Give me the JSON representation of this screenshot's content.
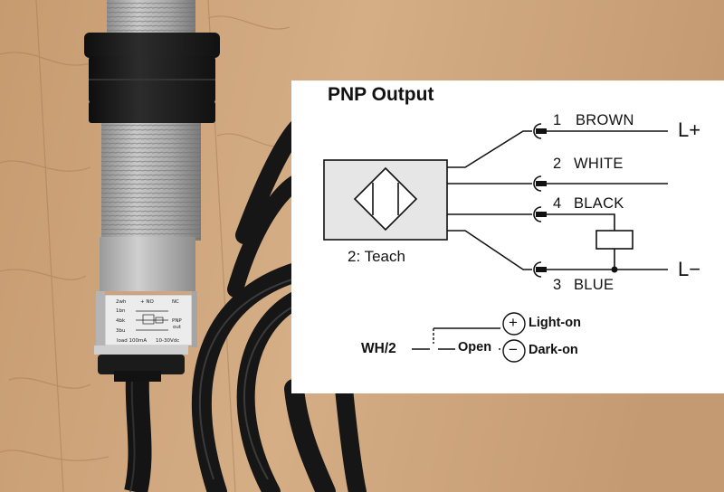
{
  "diagram": {
    "title": "PNP Output",
    "teach_label": "2:  Teach",
    "wires": [
      {
        "number": "1",
        "color": "BROWN"
      },
      {
        "number": "2",
        "color": "WHITE"
      },
      {
        "number": "4",
        "color": "BLACK"
      },
      {
        "number": "3",
        "color": "BLUE"
      }
    ],
    "rails": {
      "positive": "L+",
      "negative": "L−"
    },
    "teach_input": {
      "wire_label": "WH/2",
      "open_label": "Open",
      "light_on_symbol": "+",
      "light_on_label": "Light-on",
      "dark_on_symbol": "−",
      "dark_on_label": "Dark-on"
    }
  },
  "sensor_label": {
    "lines": [
      "2wh",
      "1bn",
      "4bk",
      "3bu"
    ],
    "no": "+ NO",
    "nc": "NC",
    "pnp": "PNP",
    "out": "out",
    "load": "load 100mA",
    "voltage": "10-30Vdc"
  },
  "colors": {
    "wood": "#c9a27a",
    "sensor_grey": "#b8b8b8",
    "sensor_black": "#1c1c1c",
    "cable": "#161616",
    "panel": "#ffffff",
    "ink": "#111111"
  }
}
